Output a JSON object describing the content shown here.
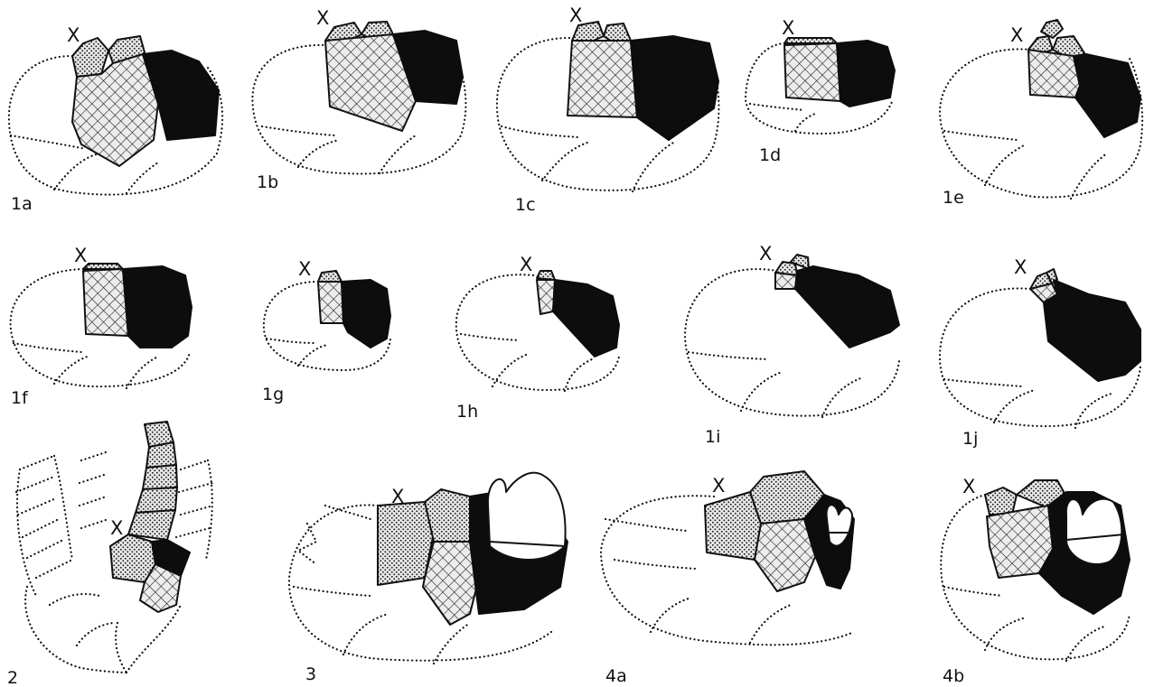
{
  "figure": {
    "panel_labels": {
      "p1a": "1a",
      "p1b": "1b",
      "p1c": "1c",
      "p1d": "1d",
      "p1e": "1e",
      "p1f": "1f",
      "p1g": "1g",
      "p1h": "1h",
      "p1i": "1i",
      "p1j": "1j",
      "p2": "2",
      "p3": "3",
      "p4a": "4a",
      "p4b": "4b"
    },
    "marker": "X"
  },
  "colors": {
    "ink": "#111111",
    "background": "#ffffff",
    "black_chamber": "#0d0d0d"
  },
  "legend_fills": [
    "stippled",
    "cross-hatched",
    "solid-black",
    "dotted-outline"
  ]
}
